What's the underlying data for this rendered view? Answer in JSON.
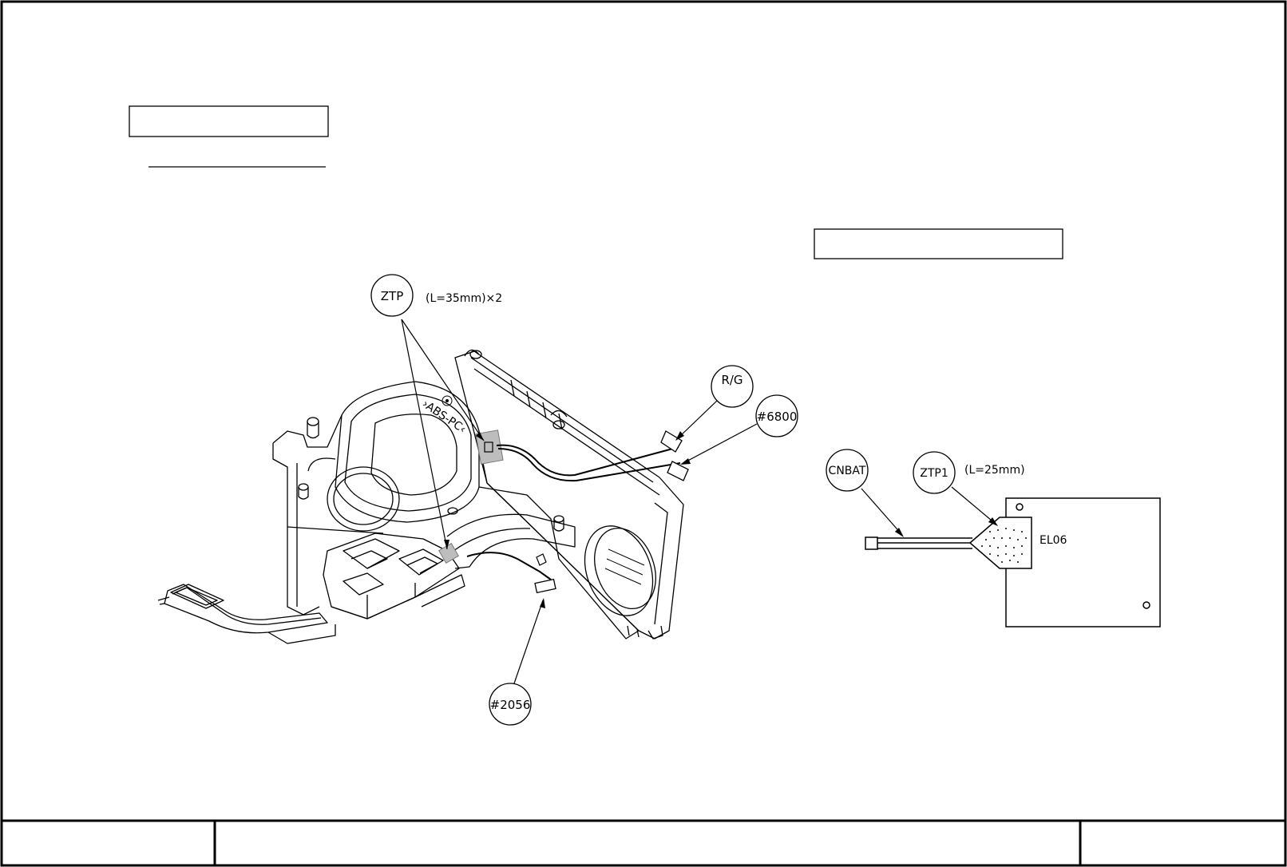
{
  "diagram": {
    "callouts": {
      "ztp": "ZTP",
      "ztp_note": "(L=35mm)×2",
      "rg": "R/G",
      "p6800": "#6800",
      "p2056": "#2056",
      "cnbat": "CNBAT",
      "ztp1": "ZTP1",
      "ztp1_note": "(L=25mm)"
    },
    "part_labels": {
      "el06": "EL06",
      "molding_mark": "›ABS-PC‹"
    },
    "title_boxes": [
      "",
      ""
    ],
    "title_block": [
      "",
      "",
      ""
    ]
  },
  "colors": {
    "line": "#000000",
    "paper": "#ffffff",
    "tape": "#bdbdbd"
  }
}
